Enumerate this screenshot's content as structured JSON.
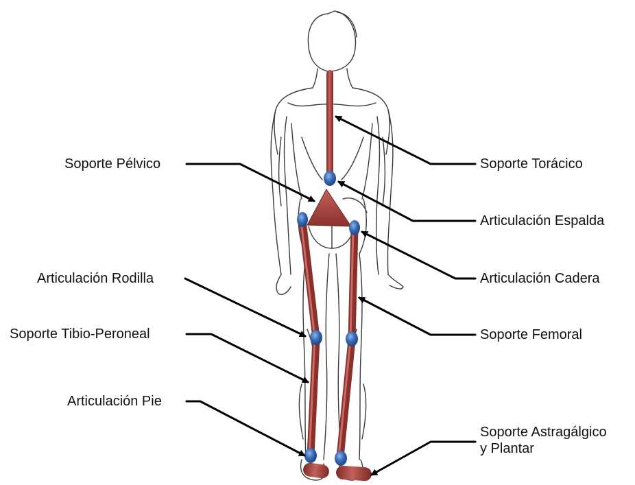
{
  "colors": {
    "rod": "#9b3b36",
    "rod_highlight": "#c96a63",
    "joint": "#2d5fa8",
    "joint_highlight": "#6f99d8",
    "sketch": "#3a3a3a",
    "arrow": "#000000"
  },
  "labels_left": {
    "soporte_pelvico": "Soporte Pélvico",
    "articulacion_rodilla": "Articulación Rodilla",
    "soporte_tibio_peroneal": "Soporte Tibio-Peroneal",
    "articulacion_pie": "Articulación Pie"
  },
  "labels_right": {
    "soporte_toracico": "Soporte Torácico",
    "articulacion_espalda": "Articulación Espalda",
    "articulacion_cadera": "Articulación Cadera",
    "soporte_femoral": "Soporte Femoral",
    "soporte_astragalgico_line1": "Soporte Astragálgico",
    "soporte_astragalgico_line2": "y Plantar"
  }
}
